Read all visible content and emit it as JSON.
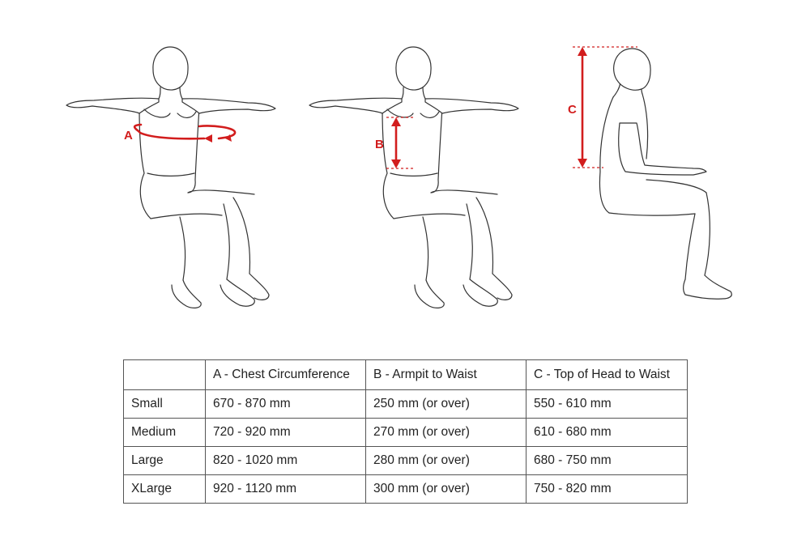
{
  "diagram": {
    "labels": {
      "a": "A",
      "b": "B",
      "c": "C"
    },
    "accent_color": "#d21d1d"
  },
  "size_table": {
    "headers": [
      "",
      "A - Chest Circumference",
      "B - Armpit to Waist",
      "C - Top of Head to Waist"
    ],
    "rows": [
      {
        "size": "Small",
        "a": "670 - 870 mm",
        "b": "250 mm (or over)",
        "c": "550 - 610 mm"
      },
      {
        "size": "Medium",
        "a": "720 - 920 mm",
        "b": "270 mm (or over)",
        "c": "610 - 680 mm"
      },
      {
        "size": "Large",
        "a": "820 - 1020 mm",
        "b": "280 mm (or over)",
        "c": "680 - 750 mm"
      },
      {
        "size": "XLarge",
        "a": "920 - 1120 mm",
        "b": "300 mm (or over)",
        "c": "750 - 820 mm"
      }
    ]
  }
}
